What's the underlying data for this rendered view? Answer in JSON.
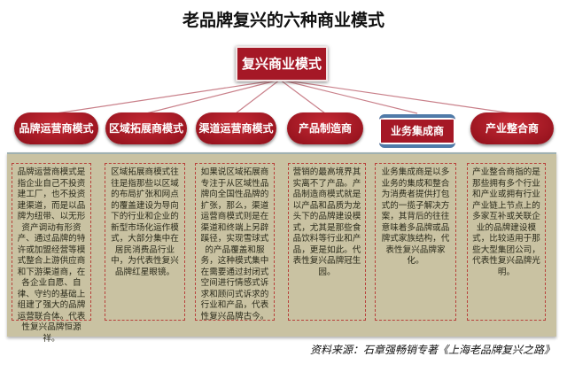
{
  "title": "老品牌复兴的六种商业模式",
  "root": "复兴商业模式",
  "models": [
    {
      "label": "品牌运营商模式",
      "text": "品牌运营商模式是指企业自己不投资建工厂，也不投资建渠道，而是以品牌为纽带、以无形资产调动有形资产、通过品牌的特许或加盟经营等模式整合上游供应商和下游渠道商，在各企业自愿、自律、守约的基础上组建了强大的品牌运营联合体。代表性复兴品牌恒源祥。"
    },
    {
      "label": "区域拓展商模式",
      "text": "区域拓展商模式往往是指那些以区域的布局扩张和网点的覆盖建设为导向下的行业和企业的新型市场化运作模式，大部分集中在居民消费品行业中，为代表性复兴品牌红星眼镜。"
    },
    {
      "label": "渠道运营商模式",
      "text": "如果说区域拓展商专注于从区域性品牌向全国性品牌的扩张，那么，渠道运营商模式则是在渠道和终端上另辟蹊径，实现雪球式的产品覆盖和服务，这种模式集中在需要通过封闭式空间进行情感式诉求和顾问式诉求的行业和产品，代表性复兴品牌古今。"
    },
    {
      "label": "产品制造商",
      "text": "营销的最高境界其实离不了产品。产品制造商模式就是以产品和品质为龙头下的品牌建设模式，尤其是那些食品饮料等行业和产品，更是如此。代表性复兴品牌冠生园。"
    },
    {
      "label": "业务集成商",
      "text": "业务集成商是以多业务的集成和整合为消费者提供打包式的一揽子解决方案，其背后的往往意味着多品牌或品牌式家族结构，代表性复兴品牌家化。"
    },
    {
      "label": "产业整合商",
      "text": "产业整合商指的是那些拥有多个行业和产业或拥有行业产业链上节点上的多家互补或关联企业的品牌建设模式，比较适用于那些大型集团公司，代表性复兴品牌光明。"
    }
  ],
  "source": "资料来源：石章强畅销专著《上海老品牌复兴之路》",
  "colors": {
    "node_red": "#a51826",
    "panel": "#c9c2a2",
    "dash": "#b8403a",
    "accent_blue": "#4f7aa8"
  }
}
